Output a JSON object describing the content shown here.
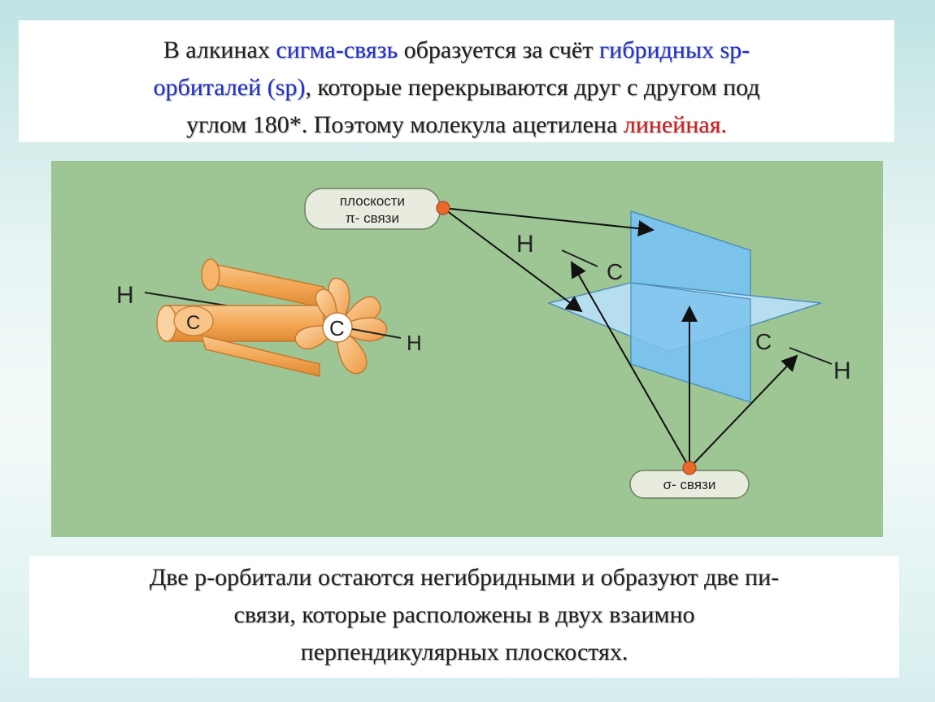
{
  "top_text": {
    "p1": "В алкинах ",
    "sigma_bond": "сигма-связь",
    "p2": " образуется за счёт ",
    "hybrid": "гибридных sp-",
    "p3": "орбиталей (sp)",
    "p4": ", которые перекрываются друг с другом под",
    "p5": "углом 180*. Поэтому молекула ацетилена ",
    "linear": "линейная."
  },
  "diagram": {
    "h_left": "H",
    "c_left": "C",
    "c_center": "C",
    "h_right": "H",
    "pi_planes_line1": "плоскости",
    "pi_planes_line2": "π- связи",
    "h_top": "H",
    "c_top": "C",
    "c_bottom": "C",
    "h_bottom": "H",
    "sigma_label": "σ- связи"
  },
  "bottom_text": {
    "line1": "Две р-орбитали остаются негибридными и образуют две пи-",
    "line2": "связи, которые расположены в двух взаимно",
    "line3": "перпендикулярных плоскостях."
  },
  "colors": {
    "panel_bg": "#9ec594",
    "orbital": "#f2a552",
    "plane": "#7cc3ec",
    "accent_red": "#d41a1a",
    "accent_blue": "#1f2fd0"
  }
}
